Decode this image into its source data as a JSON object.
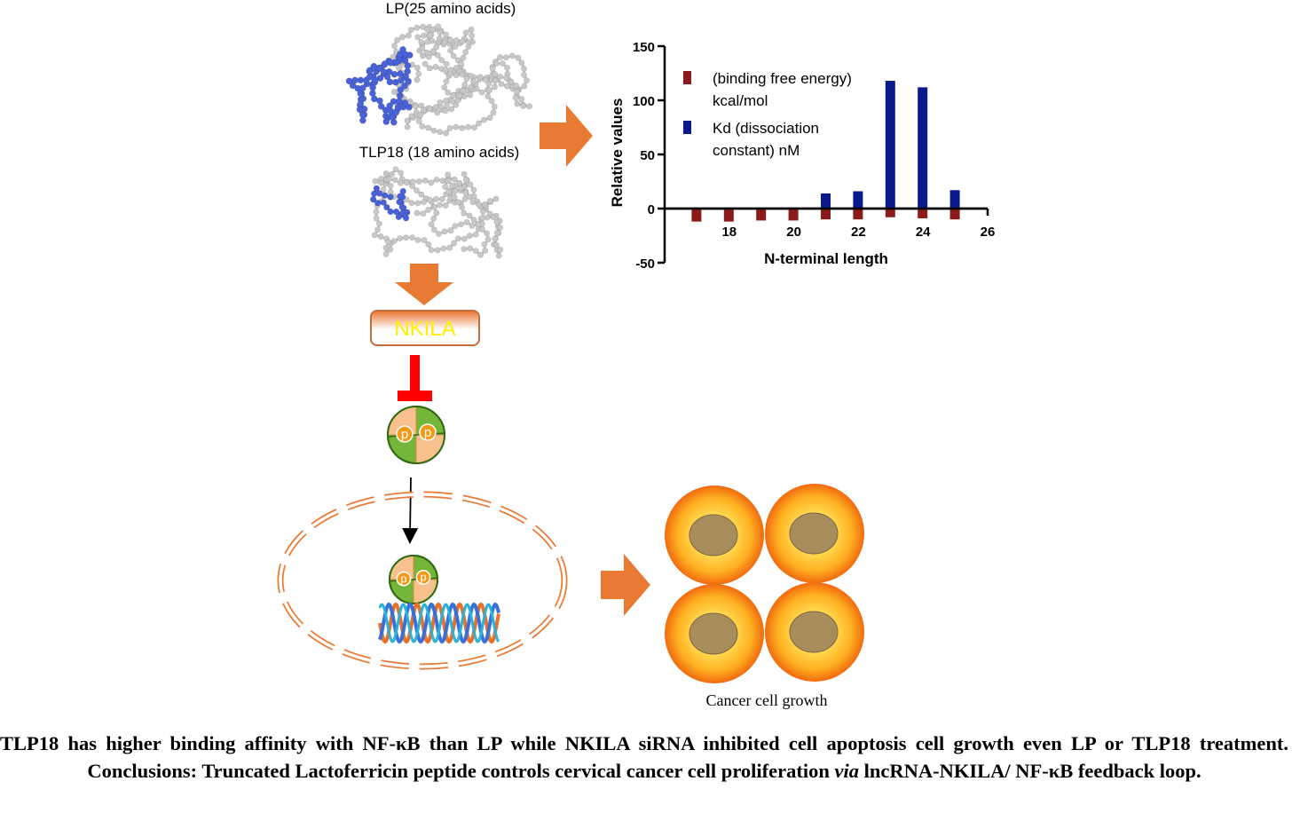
{
  "labels": {
    "lp": "LP(25 amino acids)",
    "tlp18": "TLP18 (18 amino acids)",
    "nkila": "NKILA",
    "p": "p",
    "cancer_growth": "Cancer cell growth"
  },
  "chart_data": {
    "type": "bar",
    "xlabel": "N-terminal length",
    "ylabel": "Relative values",
    "xlim": [
      16,
      26
    ],
    "ylim": [
      -50,
      150
    ],
    "xticks": [
      "18",
      "20",
      "22",
      "24",
      "26"
    ],
    "yticks": [
      "150",
      "100",
      "50",
      "0",
      "-50"
    ],
    "categories": [
      17,
      18,
      19,
      20,
      21,
      22,
      23,
      24,
      25
    ],
    "series": [
      {
        "name": "(binding free energy) kcal/mol",
        "name_line1": "(binding free energy)",
        "name_line2": "kcal/mol",
        "color": "#8b1a1a",
        "values": [
          -12,
          -12,
          -11,
          -11,
          -10,
          -10,
          -8,
          -9,
          -10
        ]
      },
      {
        "name": "Kd (dissociation constant) nM",
        "name_line1": "Kd (dissociation",
        "name_line2": "constant) nM",
        "color": "#0a1a8c",
        "values": [
          0,
          0,
          0,
          0,
          14,
          16,
          118,
          112,
          17
        ]
      }
    ],
    "legend": "top-left"
  },
  "caption": {
    "part1": "TLP18 has higher binding affinity with NF-κB than LP while NKILA siRNA inhibited cell apoptosis cell growth even LP or TLP18 treatment. Conclusions: Truncated Lactoferricin peptide controls cervical cancer cell proliferation ",
    "italic": "via",
    "part2": " lncRNA-NKILA/ NF-κB feedback loop."
  },
  "colors": {
    "orange_arrow": "#e97a34",
    "inhibit_red": "#ff0000",
    "nkila_text": "#ffee00",
    "blue_residue": "#4a62d6",
    "gray_residue": "#c8c8c8",
    "green": "#74b63a",
    "peach": "#f7c08d",
    "cell_outer": "#f07a10",
    "cell_nucleus": "#a88d5c"
  }
}
